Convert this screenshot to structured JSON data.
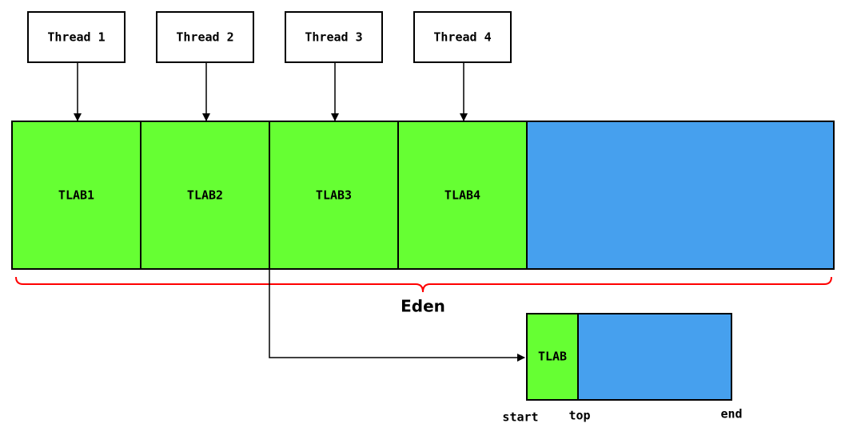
{
  "threads": [
    {
      "label": "Thread 1"
    },
    {
      "label": "Thread 2"
    },
    {
      "label": "Thread 3"
    },
    {
      "label": "Thread 4"
    }
  ],
  "tlabs": [
    {
      "label": "TLAB1"
    },
    {
      "label": "TLAB2"
    },
    {
      "label": "TLAB3"
    },
    {
      "label": "TLAB4"
    }
  ],
  "eden": {
    "label": "Eden"
  },
  "detail": {
    "tlab_label": "TLAB",
    "start_label": "start",
    "top_label": "top",
    "end_label": "end"
  },
  "colors": {
    "tlab_green": "#66ff33",
    "free_blue": "#46a0ee",
    "brace_red": "#ff0000",
    "stroke": "#000000"
  }
}
